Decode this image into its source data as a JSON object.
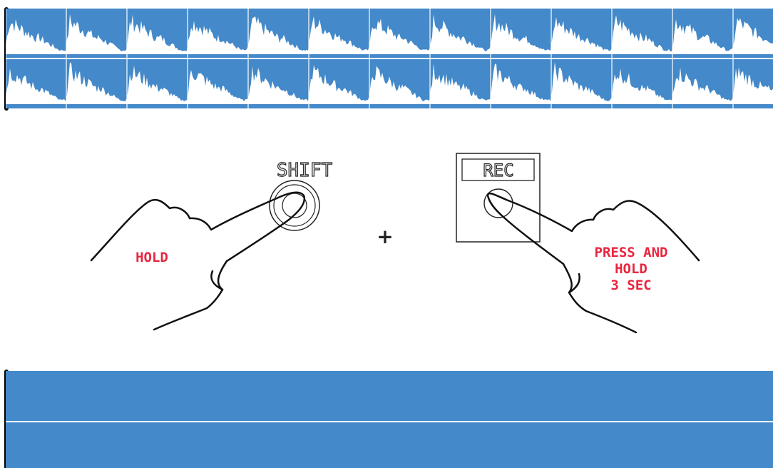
{
  "instruction": {
    "hold_label": "HOLD",
    "plus_symbol": "+",
    "press_label": "PRESS AND\nHOLD\n3 SEC"
  },
  "buttons": {
    "shift_label": "SHIFT",
    "rec_label": "REC"
  },
  "colors": {
    "panel_blue": "#4489c9",
    "wave_white": "#ffffff",
    "label_red": "#e8263f"
  },
  "tracks": {
    "top": {
      "state": "recorded",
      "channels": 2
    },
    "bottom": {
      "state": "empty",
      "channels": 2
    }
  }
}
